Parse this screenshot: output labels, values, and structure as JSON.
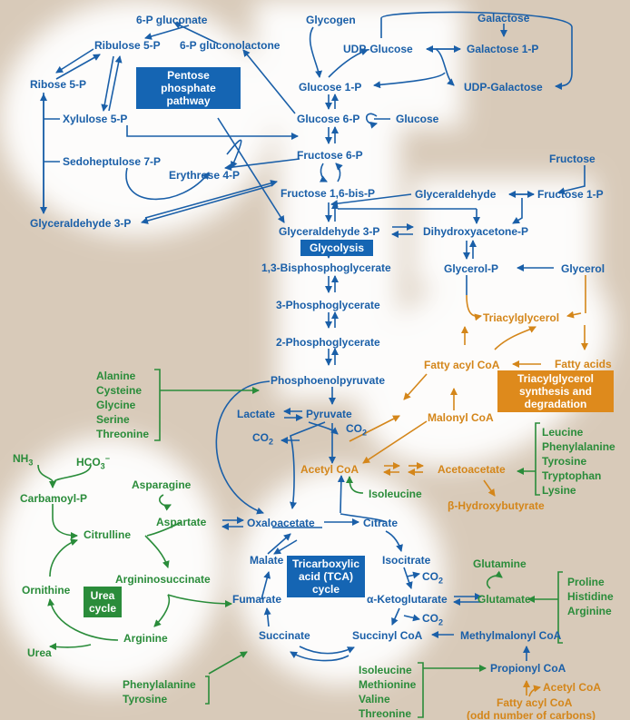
{
  "colors": {
    "background": "#d8cab9",
    "glow": "#ffffff",
    "carbohydrate": "#1a5fa8",
    "amino_acid": "#2a8c3a",
    "lipid": "#d4861a",
    "pathway_box_blue": "#1565b3",
    "pathway_box_green": "#2a8c3a",
    "pathway_box_orange": "#de8a1c"
  },
  "pathway_boxes": {
    "pentose": [
      "Pentose",
      "phosphate",
      "pathway"
    ],
    "glycolysis": [
      "Glycolysis"
    ],
    "tca": [
      "Tricarboxylic",
      "acid (TCA)",
      "cycle"
    ],
    "urea": [
      "Urea",
      "cycle"
    ],
    "triacylglycerol": [
      "Triacylglycerol",
      "synthesis and",
      "degradation"
    ]
  },
  "pentose_nodes": {
    "gluconate": "6-P gluconate",
    "ribulose": "Ribulose 5-P",
    "gluconolactone": "6-P gluconolactone",
    "ribose": "Ribose 5-P",
    "xylulose": "Xylulose 5-P",
    "sedoheptulose": "Sedoheptulose 7-P",
    "erythrose": "Erythrose 4-P",
    "g3p": "Glyceraldehyde 3-P"
  },
  "sugar_nodes": {
    "glycogen": "Glycogen",
    "galactose": "Galactose",
    "udp_glucose": "UDP-Glucose",
    "galactose1p": "Galactose 1-P",
    "glucose1p": "Glucose 1-P",
    "udp_galactose": "UDP-Galactose",
    "glucose6p": "Glucose 6-P",
    "glucose": "Glucose",
    "fructose6p": "Fructose 6-P",
    "fructose": "Fructose",
    "fructose16bp": "Fructose 1,6-bis-P",
    "glyceraldehyde": "Glyceraldehyde",
    "fructose1p": "Fructose 1-P"
  },
  "glycolysis_nodes": {
    "g3p": "Glyceraldehyde 3-P",
    "dhap": "Dihydroxyacetone-P",
    "bpg": "1,3-Bisphosphoglycerate",
    "pg3": "3-Phosphoglycerate",
    "pg2": "2-Phosphoglycerate",
    "pep": "Phosphoenolpyruvate",
    "lactate": "Lactate",
    "pyruvate": "Pyruvate",
    "co2_a": "CO",
    "co2_a_sub": "2",
    "co2_b": "CO",
    "co2_b_sub": "2",
    "acetyl_coa": "Acetyl CoA"
  },
  "lipid_nodes": {
    "glycerol_p": "Glycerol-P",
    "glycerol": "Glycerol",
    "triacylglycerol": "Triacylglycerol",
    "fatty_acyl_coa": "Fatty acyl CoA",
    "fatty_acids": "Fatty acids",
    "malonyl_coa": "Malonyl CoA",
    "acetoacetate": "Acetoacetate",
    "hydroxybutyrate": "β-Hydroxybutyrate",
    "acetyl_coa_odd": "Acetyl CoA",
    "fatty_acyl_coa_odd": "Fatty acyl CoA",
    "odd_carbons": "(odd number of carbons)"
  },
  "tca_nodes": {
    "oxaloacetate": "Oxaloacetate",
    "citrate": "Citrate",
    "malate": "Malate",
    "isocitrate": "Isocitrate",
    "co2_c": "CO",
    "co2_c_sub": "2",
    "fumarate": "Fumarate",
    "akg": "α-Ketoglutarate",
    "co2_d": "CO",
    "co2_d_sub": "2",
    "succinate": "Succinate",
    "succinyl_coa": "Succinyl CoA",
    "methylmalonyl_coa": "Methylmalonyl CoA",
    "propionyl_coa": "Propionyl CoA"
  },
  "amino_nodes": {
    "group_pyruvate": [
      "Alanine",
      "Cysteine",
      "Glycine",
      "Serine",
      "Threonine"
    ],
    "group_ketogenic": [
      "Leucine",
      "Phenylalanine",
      "Tyrosine",
      "Tryptophan",
      "Lysine"
    ],
    "isoleucine": "Isoleucine",
    "glutamine": "Glutamine",
    "glutamate": "Glutamate",
    "group_glutamate": [
      "Proline",
      "Histidine",
      "Arginine"
    ],
    "group_fumarate": [
      "Phenylalanine",
      "Tyrosine"
    ],
    "group_propionyl": [
      "Isoleucine",
      "Methionine",
      "Valine",
      "Threonine"
    ]
  },
  "urea_nodes": {
    "nh3": "NH",
    "nh3_sub": "3",
    "hco3": "HCO",
    "hco3_sub": "3",
    "hco3_sup": "−",
    "carbamoyl": "Carbamoyl-P",
    "asparagine": "Asparagine",
    "aspartate": "Aspartate",
    "citrulline": "Citrulline",
    "argininosuccinate": "Argininosuccinate",
    "ornithine": "Ornithine",
    "arginine": "Arginine",
    "urea": "Urea"
  }
}
